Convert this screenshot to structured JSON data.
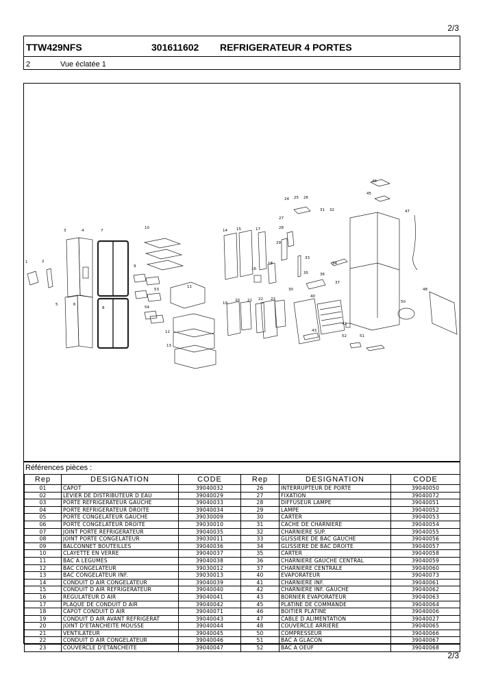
{
  "page_number": "2/3",
  "header": {
    "model": "TTW429NFS",
    "code": "301611602",
    "title": "REFRIGERATEUR 4 PORTES",
    "section_number": "2",
    "section_title": "Vue éclatée 1"
  },
  "references": {
    "label": "Références pièces  :",
    "columns": [
      "Rep",
      "DESIGNATION",
      "CODE",
      "Rep",
      "DESIGNATION",
      "CODE"
    ],
    "left": [
      {
        "rep": "01",
        "designation": "CAPOT",
        "code": "39040032"
      },
      {
        "rep": "02",
        "designation": "LEVIER DE DISTRIBUTEUR D EAU",
        "code": "39040029"
      },
      {
        "rep": "03",
        "designation": "PORTE REFRIGERATEUR GAUCHE",
        "code": "39040033"
      },
      {
        "rep": "04",
        "designation": "PORTE REFRIGERATEUR DROITE",
        "code": "39040034"
      },
      {
        "rep": "05",
        "designation": "PORTE CONGELATEUR GAUCHE",
        "code": "39030009"
      },
      {
        "rep": "06",
        "designation": "PORTE CONGELATEUR DROITE",
        "code": "39030010"
      },
      {
        "rep": "07",
        "designation": "JOINT PORTE REFRIGERATEUR",
        "code": "39040035"
      },
      {
        "rep": "08",
        "designation": "JOINT PORTE CONGELATEUR",
        "code": "39030011"
      },
      {
        "rep": "09",
        "designation": "BALCONNET BOUTEILLES",
        "code": "39040036"
      },
      {
        "rep": "10",
        "designation": "CLAYETTE EN VERRE",
        "code": "39040037"
      },
      {
        "rep": "11",
        "designation": "BAC A LEGUMES",
        "code": "39040038"
      },
      {
        "rep": "12",
        "designation": "BAC CONGELATEUR",
        "code": "39030012"
      },
      {
        "rep": "13",
        "designation": "BAC CONGELATEUR INF.",
        "code": "39030013"
      },
      {
        "rep": "14",
        "designation": "CONDUIT D AIR CONGELATEUR",
        "code": "39040039"
      },
      {
        "rep": "15",
        "designation": "CONDUIT D AIR REFRIGERATEUR",
        "code": "39040040"
      },
      {
        "rep": "16",
        "designation": "REGULATEUR D AIR",
        "code": "39040041"
      },
      {
        "rep": "17",
        "designation": "PLAQUE DE CONDUIT D AIR",
        "code": "39040042"
      },
      {
        "rep": "18",
        "designation": "CAPOT CONDUIT D AIR",
        "code": "39040071"
      },
      {
        "rep": "19",
        "designation": "CONDUIT D AIR AVANT REFRIGERAT",
        "code": "39040043"
      },
      {
        "rep": "20",
        "designation": "JOINT D'ETANCHEITE MOUSSE",
        "code": "39040044"
      },
      {
        "rep": "21",
        "designation": "VENTILATEUR",
        "code": "39040045"
      },
      {
        "rep": "22",
        "designation": "CONDUIT D AIR CONGELATEUR",
        "code": "39040046"
      },
      {
        "rep": "23",
        "designation": "COUVERCLE D'ETANCHEITE",
        "code": "39040047"
      }
    ],
    "right": [
      {
        "rep": "26",
        "designation": "INTERRUPTEUR DE PORTE",
        "code": "39040050"
      },
      {
        "rep": "27",
        "designation": "FIXATION",
        "code": "39040072"
      },
      {
        "rep": "28",
        "designation": "DIFFUSEUR LAMPE",
        "code": "39040051"
      },
      {
        "rep": "29",
        "designation": "LAMPE",
        "code": "39040052"
      },
      {
        "rep": "30",
        "designation": "CARTER",
        "code": "39040053"
      },
      {
        "rep": "31",
        "designation": "CACHE DE CHARNIERE",
        "code": "39040054"
      },
      {
        "rep": "32",
        "designation": "CHARNIERE SUP.",
        "code": "39040055"
      },
      {
        "rep": "33",
        "designation": "GLISSIERE DE BAC GAUCHE",
        "code": "39040056"
      },
      {
        "rep": "34",
        "designation": "GLISSIERE DE BAC DROITE",
        "code": "39040057"
      },
      {
        "rep": "35",
        "designation": "CARTER",
        "code": "39040058"
      },
      {
        "rep": "36",
        "designation": "CHARNIERE GAUCHE CENTRAL",
        "code": "39040059"
      },
      {
        "rep": "37",
        "designation": "CHARNIERE CENTRALE",
        "code": "39040060"
      },
      {
        "rep": "40",
        "designation": "EVAPORATEUR",
        "code": "39040073"
      },
      {
        "rep": "41",
        "designation": "CHARNIERE INF.",
        "code": "39040061"
      },
      {
        "rep": "42",
        "designation": "CHARNIERE INF. GAUCHE",
        "code": "39040062"
      },
      {
        "rep": "43",
        "designation": "BORNIER EVAPORATEUR",
        "code": "39040063"
      },
      {
        "rep": "45",
        "designation": "PLATINE DE COMMANDE",
        "code": "39040064"
      },
      {
        "rep": "46",
        "designation": "BOITIER PLATINE",
        "code": "39040006"
      },
      {
        "rep": "47",
        "designation": "CABLE D ALIMENTATION",
        "code": "39040027"
      },
      {
        "rep": "48",
        "designation": "COUVERCLE ARRIERE",
        "code": "39040065"
      },
      {
        "rep": "50",
        "designation": "COMPRESSEUR",
        "code": "39040066"
      },
      {
        "rep": "51",
        "designation": "BAC A GLACON",
        "code": "39040067"
      },
      {
        "rep": "52",
        "designation": "BAC A OEUF",
        "code": "39040068"
      }
    ]
  },
  "diagram_callouts": [
    {
      "label": "1"
    },
    {
      "label": "2"
    },
    {
      "label": "3"
    },
    {
      "label": "4"
    },
    {
      "label": "5"
    },
    {
      "label": "6"
    },
    {
      "label": "7"
    },
    {
      "label": "8"
    },
    {
      "label": "9"
    },
    {
      "label": "10"
    },
    {
      "label": "11"
    },
    {
      "label": "12"
    },
    {
      "label": "13"
    },
    {
      "label": "14"
    },
    {
      "label": "15"
    },
    {
      "label": "16"
    },
    {
      "label": "17"
    },
    {
      "label": "18"
    },
    {
      "label": "19"
    },
    {
      "label": "20"
    },
    {
      "label": "21"
    },
    {
      "label": "22"
    },
    {
      "label": "23"
    },
    {
      "label": "24"
    },
    {
      "label": "25"
    },
    {
      "label": "26"
    },
    {
      "label": "27"
    },
    {
      "label": "28"
    },
    {
      "label": "29"
    },
    {
      "label": "30"
    },
    {
      "label": "31"
    },
    {
      "label": "32"
    },
    {
      "label": "33"
    },
    {
      "label": "34"
    },
    {
      "label": "35"
    },
    {
      "label": "36"
    },
    {
      "label": "37"
    },
    {
      "label": "40"
    },
    {
      "label": "42"
    },
    {
      "label": "43"
    },
    {
      "label": "45"
    },
    {
      "label": "46"
    },
    {
      "label": "47"
    },
    {
      "label": "48"
    },
    {
      "label": "50"
    },
    {
      "label": "51"
    },
    {
      "label": "52"
    },
    {
      "label": "53"
    },
    {
      "label": "54"
    }
  ]
}
